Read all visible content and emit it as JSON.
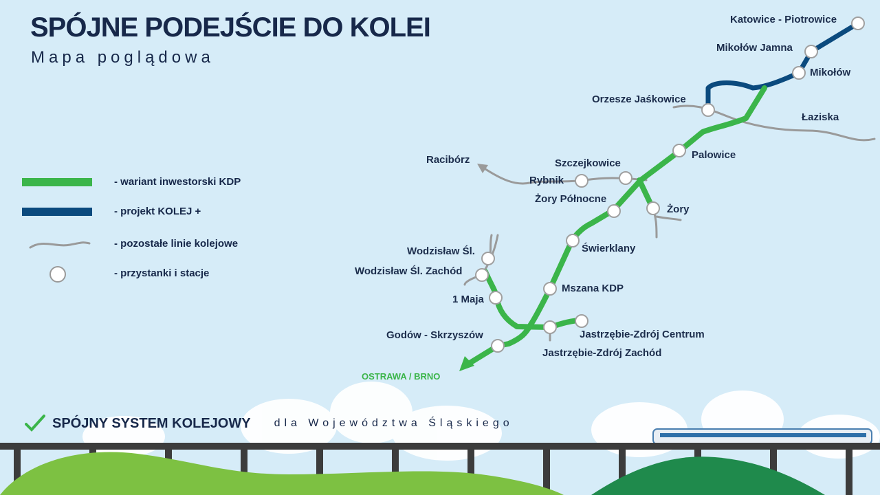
{
  "header": {
    "title": "SPÓJNE PODEJŚCIE DO KOLEI",
    "subtitle": "Mapa poglądowa"
  },
  "legend": [
    {
      "label": "- wariant inwestorski KDP"
    },
    {
      "label": "- projekt KOLEJ +"
    },
    {
      "label": "- pozostałe linie kolejowe"
    },
    {
      "label": "- przystanki i stacje"
    }
  ],
  "stations": {
    "katowice_piotrowice": "Katowice - Piotrowice",
    "mikolow_jamna": "Mikołów Jamna",
    "mikolow": "Mikołów",
    "orzesze": "Orzesze Jaśkowice",
    "laziska": "Łaziska",
    "palowice": "Palowice",
    "raciborz": "Racibórz",
    "szczejkowice": "Szczejkowice",
    "rybnik": "Rybnik",
    "zory_polnocne": "Żory Północne",
    "zory": "Żory",
    "swierklany": "Świerklany",
    "wodzislaw": "Wodzisław Śl.",
    "wodzislaw_zachod": "Wodzisław Śl. Zachód",
    "maja": "1 Maja",
    "mszana": "Mszana KDP",
    "godow": "Godów - Skrzyszów",
    "jastrzebie_centrum": "Jastrzębie-Zdrój Centrum",
    "jastrzebie_zachod": "Jastrzębie-Zdrój Zachód"
  },
  "destination": "OSTRAWA / BRNO",
  "footer": {
    "main": "SPÓJNY SYSTEM KOLEJOWY",
    "sub": "dla Województwa Śląskiego"
  },
  "colors": {
    "kdp": "#3bb54a",
    "kolej_plus": "#0b4a7e",
    "other": "#9a9a9a",
    "text": "#17284a"
  }
}
